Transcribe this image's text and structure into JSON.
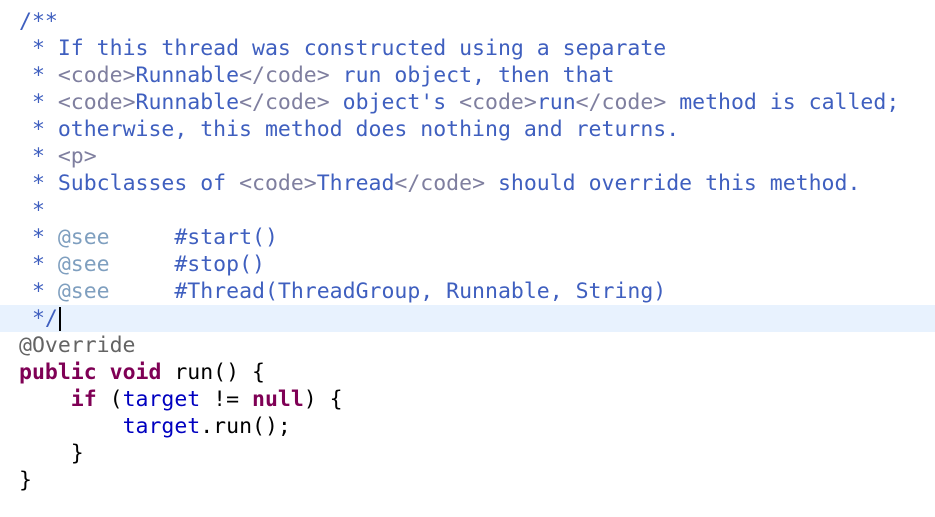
{
  "editor": {
    "lines": [
      [
        {
          "t": "/**",
          "c": "jd"
        }
      ],
      [
        {
          "t": " * ",
          "c": "jd"
        },
        {
          "t": "If this thread was constructed using a separate",
          "c": "jd"
        }
      ],
      [
        {
          "t": " * ",
          "c": "jd"
        },
        {
          "t": "<code>",
          "c": "tag"
        },
        {
          "t": "Runnable",
          "c": "jd"
        },
        {
          "t": "</code>",
          "c": "tag"
        },
        {
          "t": " run object, then that",
          "c": "jd"
        }
      ],
      [
        {
          "t": " * ",
          "c": "jd"
        },
        {
          "t": "<code>",
          "c": "tag"
        },
        {
          "t": "Runnable",
          "c": "jd"
        },
        {
          "t": "</code>",
          "c": "tag"
        },
        {
          "t": " object's ",
          "c": "jd"
        },
        {
          "t": "<code>",
          "c": "tag"
        },
        {
          "t": "run",
          "c": "jd"
        },
        {
          "t": "</code>",
          "c": "tag"
        },
        {
          "t": " method is called;",
          "c": "jd"
        }
      ],
      [
        {
          "t": " * ",
          "c": "jd"
        },
        {
          "t": "otherwise, this method does nothing and returns.",
          "c": "jd"
        }
      ],
      [
        {
          "t": " * ",
          "c": "jd"
        },
        {
          "t": "<p>",
          "c": "tag"
        }
      ],
      [
        {
          "t": " * ",
          "c": "jd"
        },
        {
          "t": "Subclasses of ",
          "c": "jd"
        },
        {
          "t": "<code>",
          "c": "tag"
        },
        {
          "t": "Thread",
          "c": "jd"
        },
        {
          "t": "</code>",
          "c": "tag"
        },
        {
          "t": " should override this method.",
          "c": "jd"
        }
      ],
      [
        {
          "t": " *",
          "c": "jd"
        }
      ],
      [
        {
          "t": " * ",
          "c": "jd"
        },
        {
          "t": "@see",
          "c": "jdkw"
        },
        {
          "t": "     #start()",
          "c": "jd"
        }
      ],
      [
        {
          "t": " * ",
          "c": "jd"
        },
        {
          "t": "@see",
          "c": "jdkw"
        },
        {
          "t": "     #stop()",
          "c": "jd"
        }
      ],
      [
        {
          "t": " * ",
          "c": "jd"
        },
        {
          "t": "@see",
          "c": "jdkw"
        },
        {
          "t": "     #Thread(ThreadGroup, Runnable, String)",
          "c": "jd"
        }
      ],
      [
        {
          "t": " */",
          "c": "jd"
        }
      ],
      [
        {
          "t": "@Override",
          "c": "ann"
        }
      ],
      [
        {
          "t": "public",
          "c": "kw"
        },
        {
          "t": " ",
          "c": "plain"
        },
        {
          "t": "void",
          "c": "kw"
        },
        {
          "t": " run() {",
          "c": "plain"
        }
      ],
      [
        {
          "t": "    ",
          "c": "plain"
        },
        {
          "t": "if",
          "c": "kw"
        },
        {
          "t": " (",
          "c": "plain"
        },
        {
          "t": "target",
          "c": "fld"
        },
        {
          "t": " != ",
          "c": "plain"
        },
        {
          "t": "null",
          "c": "kw"
        },
        {
          "t": ") {",
          "c": "plain"
        }
      ],
      [
        {
          "t": "        ",
          "c": "plain"
        },
        {
          "t": "target",
          "c": "fld"
        },
        {
          "t": ".run();",
          "c": "plain"
        }
      ],
      [
        {
          "t": "    }",
          "c": "plain"
        }
      ],
      [
        {
          "t": "}",
          "c": "plain"
        }
      ]
    ],
    "current_line": 11,
    "colors": {
      "javadoc": "#3f5fbf",
      "html_tag": "#7f7f9f",
      "javadoc_keyword": "#7f9fbf",
      "annotation": "#646464",
      "keyword": "#7f0055",
      "field": "#0000c0",
      "current_line_bg": "#e8f2fe"
    }
  }
}
